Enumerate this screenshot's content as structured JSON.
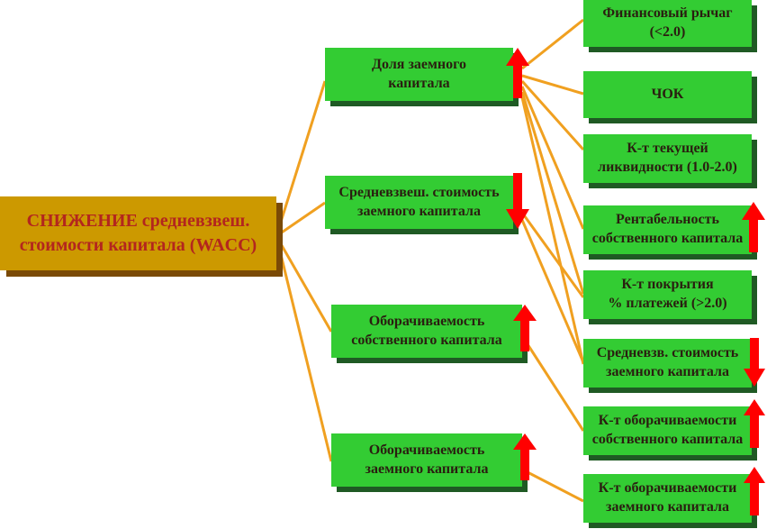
{
  "colors": {
    "root_fill": "#cc9900",
    "root_text": "#b3261e",
    "node_fill": "#33cc33",
    "node_text": "#2a1e10",
    "connector": "#f0a020",
    "arrow": "#ff0000"
  },
  "root": {
    "line1": "СНИЖЕНИЕ средневзвеш.",
    "line2": "стоимости капитала (WACC)"
  },
  "middle": [
    {
      "line1": "Доля заемного",
      "line2": "капитала",
      "arrow": "up"
    },
    {
      "line1": "Средневзвеш. стоимость",
      "line2": "заемного капитала",
      "arrow": "down"
    },
    {
      "line1": "Оборачиваемость",
      "line2": "собственного капитала",
      "arrow": "up"
    },
    {
      "line1": "Оборачиваемость",
      "line2": "заемного капитала",
      "arrow": "up"
    }
  ],
  "right": [
    {
      "line1": "Финансовый рычаг",
      "line2": "(<2.0)",
      "arrow": "none"
    },
    {
      "line1": "ЧОК",
      "line2": "",
      "arrow": "none"
    },
    {
      "line1": "К-т текущей",
      "line2": "ликвидности (1.0-2.0)",
      "arrow": "none"
    },
    {
      "line1": "Рентабельность",
      "line2": "собственного капитала",
      "arrow": "up"
    },
    {
      "line1": "К-т покрытия",
      "line2": "% платежей (>2.0)",
      "arrow": "none"
    },
    {
      "line1": "Средневзв. стоимость",
      "line2": "заемного капитала",
      "arrow": "down"
    },
    {
      "line1": "К-т оборачиваемости",
      "line2": "собственного капитала",
      "arrow": "up"
    },
    {
      "line1": "К-т оборачиваемости",
      "line2": "заемного капитала",
      "arrow": "up"
    }
  ]
}
